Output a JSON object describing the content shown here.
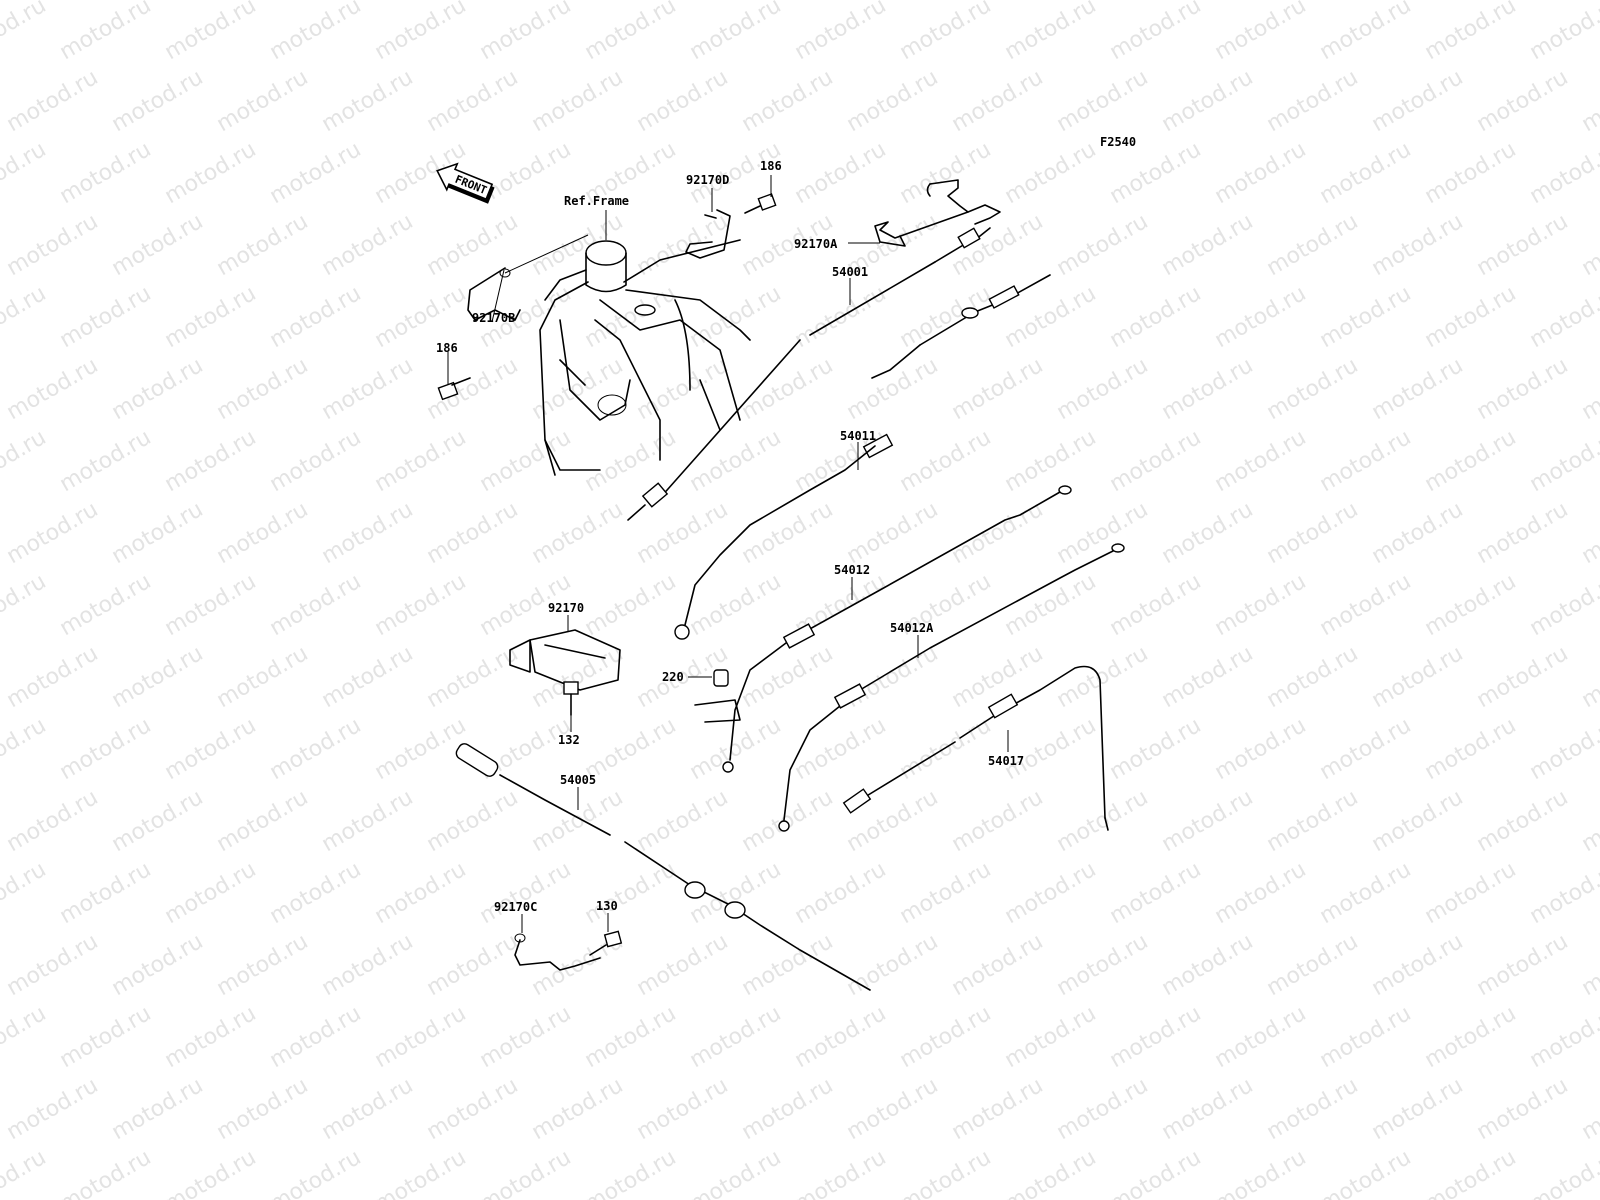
{
  "diagram": {
    "figure_code": "F2540",
    "front_arrow_text": "FRONT",
    "watermark_text": "motod.ru",
    "labels": [
      {
        "id": "ref-frame",
        "text": "Ref.Frame"
      },
      {
        "id": "p92170D",
        "text": "92170D"
      },
      {
        "id": "p186a",
        "text": "186"
      },
      {
        "id": "p92170A",
        "text": "92170A"
      },
      {
        "id": "p92170B",
        "text": "92170B"
      },
      {
        "id": "p186b",
        "text": "186"
      },
      {
        "id": "p54001",
        "text": "54001"
      },
      {
        "id": "p54011",
        "text": "54011"
      },
      {
        "id": "p54012",
        "text": "54012"
      },
      {
        "id": "p54012A",
        "text": "54012A"
      },
      {
        "id": "p92170",
        "text": "92170"
      },
      {
        "id": "p220",
        "text": "220"
      },
      {
        "id": "p132",
        "text": "132"
      },
      {
        "id": "p54017",
        "text": "54017"
      },
      {
        "id": "p54005",
        "text": "54005"
      },
      {
        "id": "p92170C",
        "text": "92170C"
      },
      {
        "id": "p130",
        "text": "130"
      }
    ]
  }
}
